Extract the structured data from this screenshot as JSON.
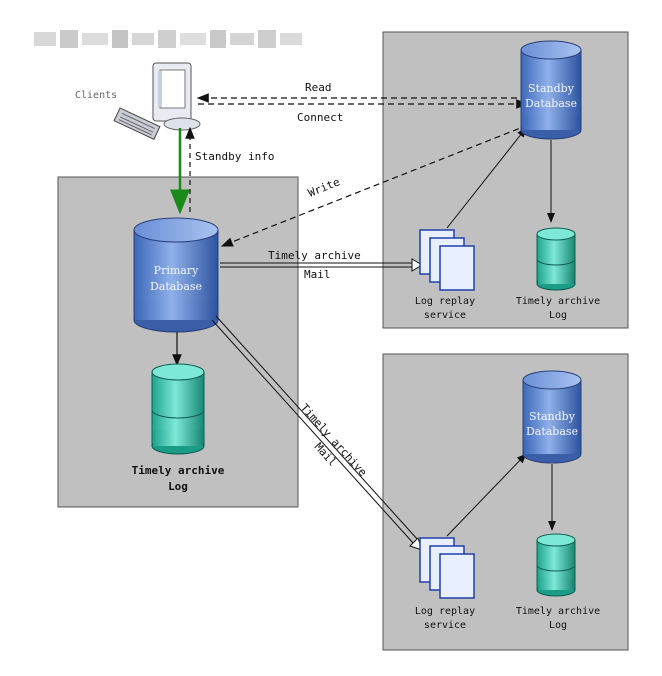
{
  "header": {
    "title_blurred": ""
  },
  "clients": {
    "label": "Clients"
  },
  "edges": {
    "read": "Read",
    "connect": "Connect",
    "standby_info": "Standby info",
    "write": "Write",
    "top_mail_line1": "Timely archive",
    "top_mail_line2": "Mail",
    "bottom_mail_line1": "Timely archive",
    "bottom_mail_line2": "Mail"
  },
  "primary": {
    "db_line1": "Primary",
    "db_line2": "Database",
    "log_line1": "Timely archive",
    "log_line2": "Log"
  },
  "standby_top": {
    "db_line1": "Standby",
    "db_line2": "Database",
    "replay_line1": "Log replay",
    "replay_line2": "service",
    "log_line1": "Timely archive",
    "log_line2": "Log"
  },
  "standby_bottom": {
    "db_line1": "Standby",
    "db_line2": "Database",
    "replay_line1": "Log replay",
    "replay_line2": "service",
    "log_line1": "Timely archive",
    "log_line2": "Log"
  },
  "colors": {
    "panel": "#c0c0c0",
    "db_blue": "#4a78c8",
    "log_teal": "#2ec8b0",
    "green_arrow": "#1a8a1a"
  }
}
